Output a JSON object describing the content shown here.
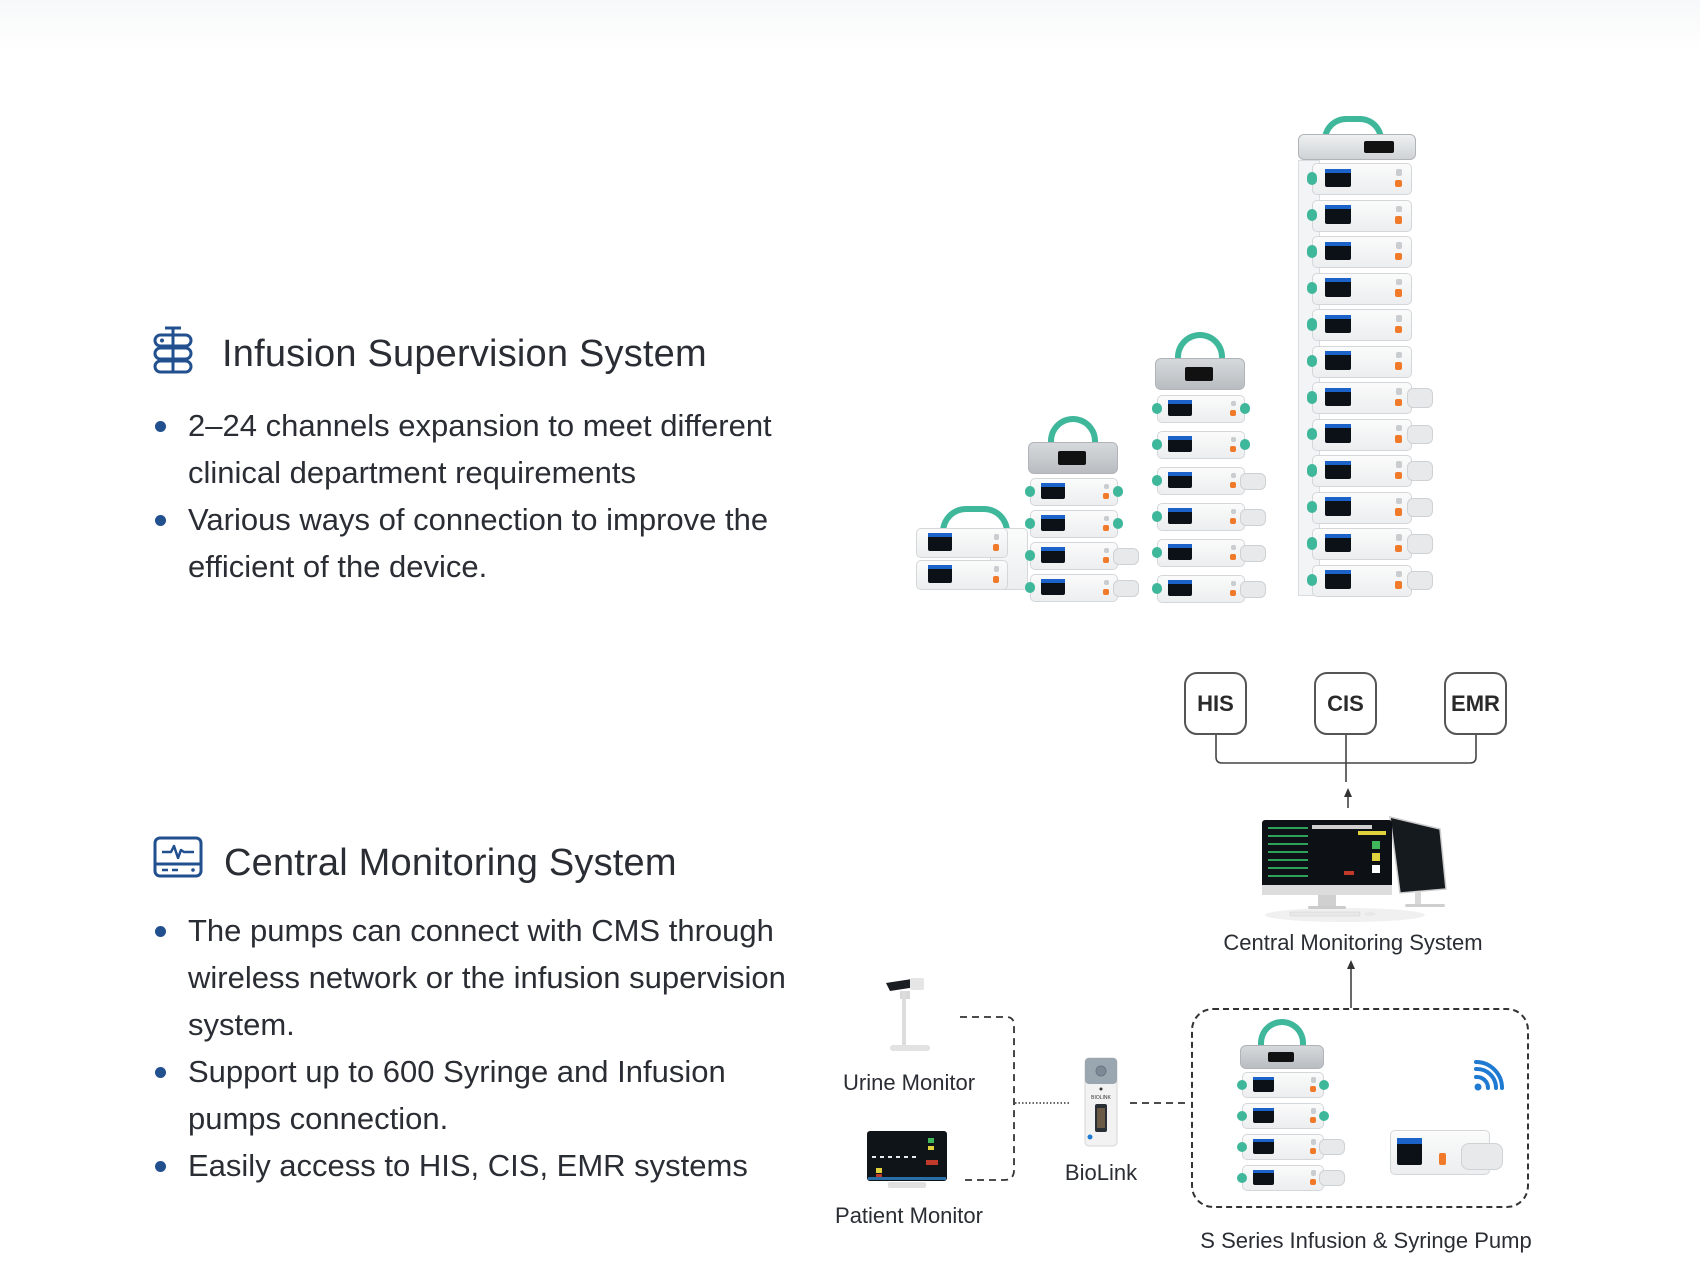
{
  "sections": {
    "infusion": {
      "icon": "infusion-stack-icon",
      "title": "Infusion Supervision System",
      "bullets": [
        {
          "line1": "2–24 channels expansion to meet different",
          "line2": "clinical department requirements"
        },
        {
          "line1": "Various ways of connection to improve the",
          "line2": "efficient of the device."
        }
      ],
      "image_alt": "Pump stacks of 2, 4, 6 and 12 channels"
    },
    "cms": {
      "icon": "monitor-heartbeat-icon",
      "title": "Central Monitoring System",
      "bullets": [
        {
          "lines": [
            "The pumps can connect with CMS through",
            "wireless network or the infusion supervision",
            "system."
          ]
        },
        {
          "lines": [
            "Support up to 600 Syringe and Infusion",
            "pumps connection."
          ]
        },
        {
          "lines": [
            "Easily access to HIS, CIS, EMR systems"
          ]
        }
      ]
    }
  },
  "diagram": {
    "systems": [
      "HIS",
      "CIS",
      "EMR"
    ],
    "cms_label": "Central Monitoring System",
    "urine_monitor_label": "Urine Monitor",
    "patient_monitor_label": "Patient Monitor",
    "biolink_label": "BioLink",
    "biolink_device_text": "BIOLINK",
    "pump_group_label": "S Series Infusion & Syringe Pump",
    "wifi_icon": "wifi-icon"
  },
  "colors": {
    "accent_blue": "#22508f",
    "teal": "#3fb79b",
    "orange": "#f07a2a",
    "wifi_blue": "#1f7ad1",
    "text": "#2a2d33"
  }
}
